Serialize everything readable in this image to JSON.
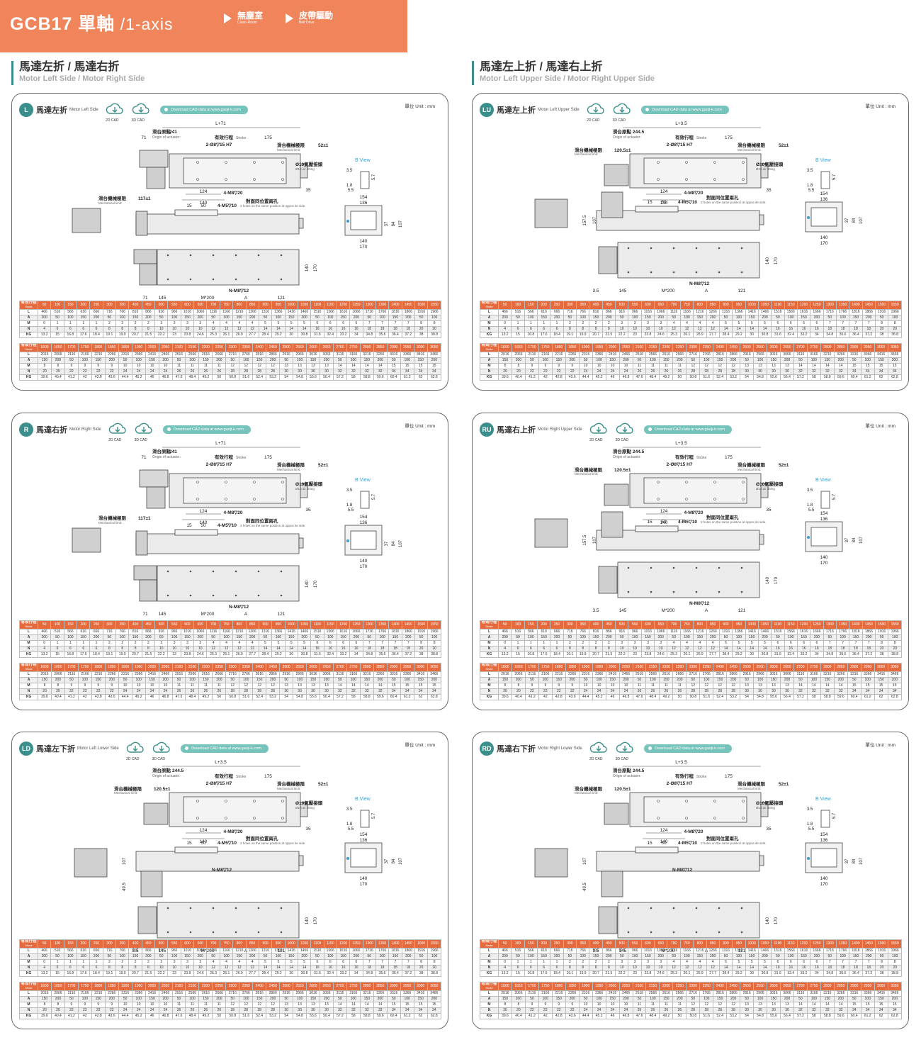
{
  "header": {
    "model": "GCB17 單軸",
    "axis": " /1-axis",
    "badges": [
      {
        "zh": "無塵室",
        "en": "Clean Room"
      },
      {
        "zh": "皮帶驅動",
        "en": "Belt Drive"
      }
    ]
  },
  "sections": [
    {
      "zh": "馬達左折 / 馬達右折",
      "en": "Motor Left Side / Motor Right Side"
    },
    {
      "zh": "馬達左上折 / 馬達右上折",
      "en": "Motor Left Upper Side / Motor Right Upper Side"
    }
  ],
  "common": {
    "unit": "單位 Unit : mm",
    "cad2d": "2D CAD",
    "cad3d": "3D CAD",
    "download": "Download CAD data at  www.gaoji-k.com",
    "bview": "B View",
    "labels": {
      "origin_zh": "滑台原點",
      "origin_en": "Origin of actuator:",
      "stroke_zh": "有效行程",
      "stroke_en": "Stroke",
      "mech_zh": "滑台機械極限",
      "mech_en": "Mechanical limit:",
      "air_zh": "Ø10氣壓接頭",
      "air_en": "Ø10 air fitting",
      "holes_zh": "對面同位置兩孔",
      "holes_en": "2 holes on the same position at oppos ite side.",
      "pin": "2-Ø8▽15 H7",
      "m8": "4-M8▽20",
      "m5": "4-M5▽10",
      "nm8": "N-M8▽12",
      "m200": "M*200"
    },
    "dims": {
      "l71": "L+71",
      "l35": "L+3.5",
      "d71": "71",
      "d175": "175",
      "d35": "35",
      "d124": "124",
      "d140": "140",
      "d154": "154",
      "d136": "136",
      "d170": "170",
      "d37": "37",
      "d84": "84",
      "d107": "107",
      "d15": "15",
      "d50": "50",
      "d145": "145",
      "a": "A",
      "d121": "121",
      "d3_5": "3.5",
      "d1_8": "1.8",
      "d5_5": "5.5",
      "d5_7": "5.7",
      "d157_5": "157.5",
      "d49_5": "49.5",
      "o241": "241",
      "o244": "244.5",
      "ml117": "117±1",
      "ml120": "120.5±1",
      "ml52": "52±1"
    }
  },
  "panels": [
    {
      "code": "L",
      "zh": "馬達左折",
      "en": "Motor Left Side",
      "variant": "side",
      "motor": "left"
    },
    {
      "code": "LU",
      "zh": "馬達左上折",
      "en": "Motor Left Upper Side",
      "variant": "upper",
      "motor": "left"
    },
    {
      "code": "R",
      "zh": "馬達右折",
      "en": "Motor Right Side",
      "variant": "side",
      "motor": "right"
    },
    {
      "code": "RU",
      "zh": "馬達右上折",
      "en": "Motor Right Upper Side",
      "variant": "upper",
      "motor": "right"
    },
    {
      "code": "LD",
      "zh": "馬達左下折",
      "en": "Motor Left Lower Side",
      "variant": "lower",
      "motor": "left"
    },
    {
      "code": "RD",
      "zh": "馬達右下折",
      "en": "Motor Right Lower Side",
      "variant": "lower",
      "motor": "right"
    }
  ],
  "table": {
    "stroke_zh": "有效行程",
    "stroke_en": "Stroke",
    "row_labels": [
      "L",
      "A",
      "M",
      "N",
      "KG"
    ],
    "part1": {
      "stroke": [
        "50",
        "100",
        "150",
        "200",
        "250",
        "300",
        "350",
        "400",
        "450",
        "500",
        "550",
        "600",
        "650",
        "700",
        "750",
        "800",
        "850",
        "900",
        "950",
        "1000",
        "1050",
        "1100",
        "1150",
        "1200",
        "1250",
        "1300",
        "1350",
        "1400",
        "1450",
        "1500",
        "1550"
      ],
      "L": [
        "466",
        "516",
        "566",
        "616",
        "666",
        "716",
        "766",
        "816",
        "866",
        "916",
        "966",
        "1016",
        "1066",
        "1116",
        "1166",
        "1216",
        "1266",
        "1316",
        "1366",
        "1416",
        "1466",
        "1516",
        "1566",
        "1616",
        "1666",
        "1716",
        "1766",
        "1816",
        "1866",
        "1916",
        "1966"
      ],
      "A": [
        "200",
        "50",
        "100",
        "150",
        "200",
        "50",
        "100",
        "150",
        "200",
        "50",
        "100",
        "150",
        "200",
        "50",
        "100",
        "150",
        "200",
        "50",
        "100",
        "150",
        "200",
        "50",
        "100",
        "150",
        "200",
        "50",
        "100",
        "150",
        "200",
        "50",
        "100"
      ],
      "M": [
        "0",
        "1",
        "1",
        "1",
        "1",
        "2",
        "2",
        "2",
        "2",
        "3",
        "3",
        "3",
        "3",
        "4",
        "4",
        "4",
        "4",
        "5",
        "5",
        "5",
        "5",
        "6",
        "6",
        "6",
        "6",
        "7",
        "7",
        "7",
        "7",
        "8",
        "8"
      ],
      "N": [
        "4",
        "6",
        "6",
        "6",
        "6",
        "8",
        "8",
        "8",
        "8",
        "10",
        "10",
        "10",
        "10",
        "12",
        "12",
        "12",
        "12",
        "14",
        "14",
        "14",
        "14",
        "16",
        "16",
        "16",
        "16",
        "18",
        "18",
        "18",
        "18",
        "20",
        "20"
      ],
      "KG": [
        "13.2",
        "15",
        "16.8",
        "17.6",
        "18.4",
        "19.1",
        "19.9",
        "20.7",
        "21.5",
        "22.2",
        "23",
        "23.8",
        "24.6",
        "25.3",
        "26.1",
        "26.9",
        "27.7",
        "28.4",
        "29.2",
        "30",
        "30.8",
        "31.6",
        "32.4",
        "33.2",
        "34",
        "34.8",
        "35.6",
        "36.4",
        "37.2",
        "38",
        "38.8"
      ]
    },
    "part2": {
      "stroke": [
        "1600",
        "1650",
        "1700",
        "1750",
        "1800",
        "1850",
        "1900",
        "1950",
        "2000",
        "2050",
        "2100",
        "2150",
        "2200",
        "2250",
        "2300",
        "2350",
        "2400",
        "2450",
        "2500",
        "2550",
        "2600",
        "2650",
        "2700",
        "2750",
        "2800",
        "2850",
        "2900",
        "2950",
        "3000",
        "3050"
      ],
      "L": [
        "2016",
        "2066",
        "2116",
        "2166",
        "2216",
        "2266",
        "2316",
        "2366",
        "2416",
        "2466",
        "2516",
        "2566",
        "2616",
        "2666",
        "2716",
        "2766",
        "2816",
        "2866",
        "2916",
        "2966",
        "3016",
        "3066",
        "3116",
        "3166",
        "3216",
        "3266",
        "3316",
        "3366",
        "3416",
        "3466"
      ],
      "A": [
        "150",
        "200",
        "50",
        "100",
        "150",
        "200",
        "50",
        "100",
        "150",
        "200",
        "50",
        "100",
        "150",
        "200",
        "50",
        "100",
        "150",
        "200",
        "50",
        "100",
        "150",
        "200",
        "50",
        "100",
        "150",
        "200",
        "50",
        "100",
        "150",
        "200"
      ],
      "M": [
        "8",
        "8",
        "9",
        "9",
        "9",
        "9",
        "10",
        "10",
        "10",
        "10",
        "11",
        "11",
        "11",
        "11",
        "12",
        "12",
        "12",
        "12",
        "13",
        "13",
        "13",
        "13",
        "14",
        "14",
        "14",
        "14",
        "15",
        "15",
        "15",
        "15"
      ],
      "N": [
        "20",
        "20",
        "22",
        "22",
        "22",
        "22",
        "24",
        "24",
        "24",
        "24",
        "26",
        "26",
        "26",
        "26",
        "28",
        "28",
        "28",
        "28",
        "30",
        "30",
        "30",
        "30",
        "32",
        "32",
        "32",
        "32",
        "34",
        "34",
        "34",
        "34"
      ],
      "KG": [
        "39.6",
        "40.4",
        "41.2",
        "42",
        "42.8",
        "43.6",
        "44.4",
        "45.2",
        "46",
        "46.8",
        "47.6",
        "48.4",
        "49.2",
        "50",
        "50.8",
        "51.6",
        "52.4",
        "53.2",
        "54",
        "54.8",
        "55.6",
        "56.4",
        "57.2",
        "58",
        "58.8",
        "59.6",
        "60.4",
        "61.2",
        "62",
        "62.8"
      ]
    }
  }
}
